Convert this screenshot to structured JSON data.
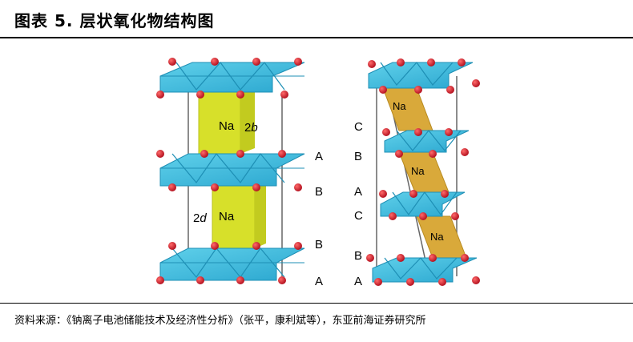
{
  "header": {
    "title": "图表 5.   层状氧化物结构图"
  },
  "footer": {
    "source": "资料来源：《钠离子电池储能技术及经济性分析》（张平，康利斌等），东亚前海证券研究所"
  },
  "diagram": {
    "left": {
      "na_top": "Na",
      "site_top_num": "2",
      "site_top_var": "b",
      "na_bottom": "Na",
      "site_bottom_num": "2",
      "site_bottom_var": "d",
      "stacking": [
        "A",
        "B",
        "B",
        "A"
      ]
    },
    "right": {
      "na_labels": [
        "Na",
        "Na",
        "Na"
      ],
      "stacking_left": [
        "C",
        "B",
        "A",
        "C",
        "B",
        "A"
      ]
    }
  },
  "colors": {
    "octahedron": "#3bbcd9",
    "octahedron_dark": "#1e8fb5",
    "oxygen": "#d4182a",
    "prism_yellow": "#d7e02a",
    "prism_orange": "#d9a93a"
  }
}
